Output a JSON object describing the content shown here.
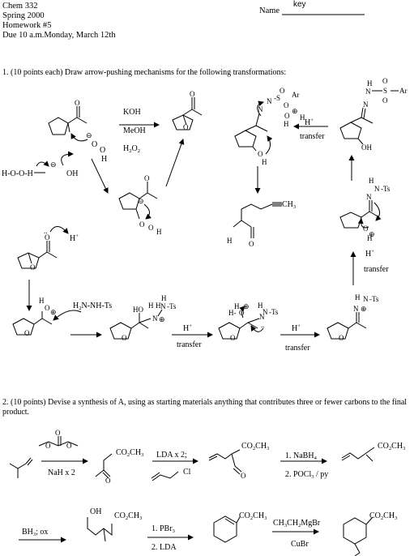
{
  "header": {
    "course": "Chem 332",
    "term": "Spring 2000",
    "homework": "Homework #5",
    "due": "Due 10 a.m.Monday, March 12th",
    "name_label": "Name",
    "name_value": "key"
  },
  "question1": {
    "text": "1. (10 points each) Draw arrow-pushing mechanisms for the following transformations:",
    "reagents_top": [
      "KOH",
      "MeOH",
      "H2O2"
    ],
    "hydroperoxide_left": "H-O-O-H",
    "hydroxide": "OH",
    "hydroperoxide_bonded": "O-O-H",
    "proton": "H+",
    "transfer": "transfer",
    "hydrazine": "H2N-NH-Ts",
    "ts": "Ts",
    "ar": "Ar",
    "methyl_label": "CH3",
    "aldehyde_label": "H"
  },
  "question2": {
    "text": "2. (10 points) Devise a synthesis of A, using as starting materials anything that contributes three or fewer carbons to the final product.",
    "step1_reagent_bottom": "NaH x 2",
    "step2_reagent_top": "LDA x 2;",
    "step3_reagent_1": "1. NaBH4",
    "step3_reagent_2": "2. POCl3 / py",
    "step4_reagent": "BH3; ox",
    "step5_reagent_1": "1. PBr3",
    "step5_reagent_2": "2. LDA",
    "step6_reagent_top": "CH3CH2MgBr",
    "step6_reagent_bottom": "CuBr",
    "ester_label": "CO2CH3",
    "hydroxyl": "OH",
    "chloride": "Cl",
    "oxo": "O"
  }
}
